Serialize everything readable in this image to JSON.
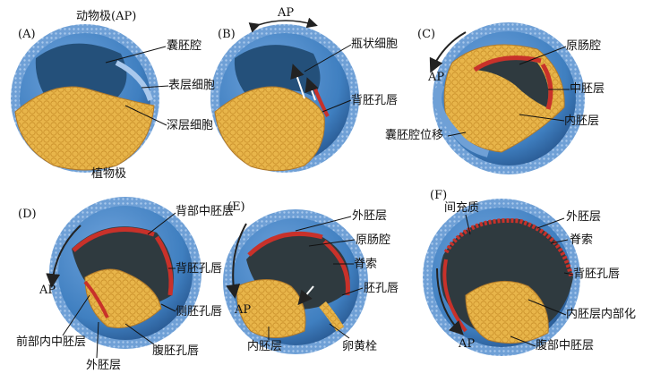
{
  "panels": {
    "A": "(A)",
    "B": "(B)",
    "C": "(C)",
    "D": "(D)",
    "E": "(E)",
    "F": "(F)"
  },
  "labels": {
    "a_animal_pole": "动物极(AP)",
    "a_blastocoel": "囊胚腔",
    "a_surface_cells": "表层细胞",
    "a_deep_cells": "深层细胞",
    "a_vegetal_pole": "植物极",
    "b_ap": "AP",
    "b_bottle_cells": "瓶状细胞",
    "b_dorsal_lip": "背胚孔唇",
    "c_ap": "AP",
    "c_archenteron": "原肠腔",
    "c_mesoderm": "中胚层",
    "c_endoderm": "内胚层",
    "c_blastocoel_displaced": "囊胚腔位移",
    "d_dorsal_mesoderm": "背部中胚层",
    "d_dorsal_lip": "背胚孔唇",
    "d_ap": "AP",
    "d_lateral_lip": "侧胚孔唇",
    "d_anterior_endomesoderm": "前部内中胚层",
    "d_ectoderm": "外胚层",
    "d_ventral_lip": "腹胚孔唇",
    "e_ectoderm": "外胚层",
    "e_archenteron": "原肠腔",
    "e_notochord": "脊索",
    "e_blastopore_lip": "胚孔唇",
    "e_ap": "AP",
    "e_endoderm": "内胚层",
    "e_yolk_plug": "卵黄栓",
    "f_mesenchyme": "间充质",
    "f_ectoderm": "外胚层",
    "f_notochord": "脊索",
    "f_dorsal_lip": "背胚孔唇",
    "f_endoderm_internalization": "内胚层内部化",
    "f_ap": "AP",
    "f_ventral_mesoderm": "腹部中胚层"
  },
  "colors": {
    "blue_outer": "#3f7fc0",
    "blue_dark": "#1f4f8a",
    "yolk": "#e8b54a",
    "yolk_dark": "#c98f2a",
    "mesoderm_red": "#c8312a",
    "cavity_dark": "#2f3a3f"
  }
}
